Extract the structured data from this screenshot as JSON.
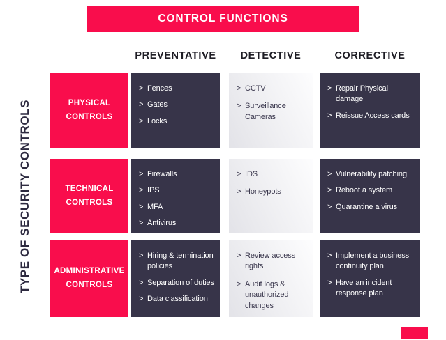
{
  "banner": {
    "title": "CONTROL FUNCTIONS"
  },
  "axis": {
    "y_label": "TYPE OF SECURITY CONTROLS"
  },
  "columns": [
    "PREVENTATIVE",
    "DETECTIVE",
    "CORRECTIVE"
  ],
  "ui": {
    "chevron": ">"
  },
  "colors": {
    "accent": "#f90d4c",
    "navy": "#373449",
    "detective_light": "#e6e6ea",
    "header_text": "#1d1c24"
  },
  "matrix": {
    "rows": [
      {
        "label": "PHYSICAL CONTROLS",
        "preventative": [
          "Fences",
          "Gates",
          "Locks"
        ],
        "detective": [
          "CCTV",
          "Surveillance Cameras"
        ],
        "corrective": [
          "Repair Physical damage",
          "Reissue Access cards"
        ]
      },
      {
        "label": "TECHNICAL CONTROLS",
        "preventative": [
          "Firewalls",
          "IPS",
          "MFA",
          "Antivirus"
        ],
        "detective": [
          "IDS",
          "Honeypots"
        ],
        "corrective": [
          "Vulnerability patching",
          "Reboot a system",
          "Quarantine a virus"
        ]
      },
      {
        "label": "ADMINISTRATIVE CONTROLS",
        "preventative": [
          "Hiring & termination policies",
          "Separation of duties",
          "Data classification"
        ],
        "detective": [
          "Review access rights",
          "Audit logs & unauthorized changes"
        ],
        "corrective": [
          "Implement a business continuity plan",
          "Have an incident response plan"
        ]
      }
    ]
  }
}
